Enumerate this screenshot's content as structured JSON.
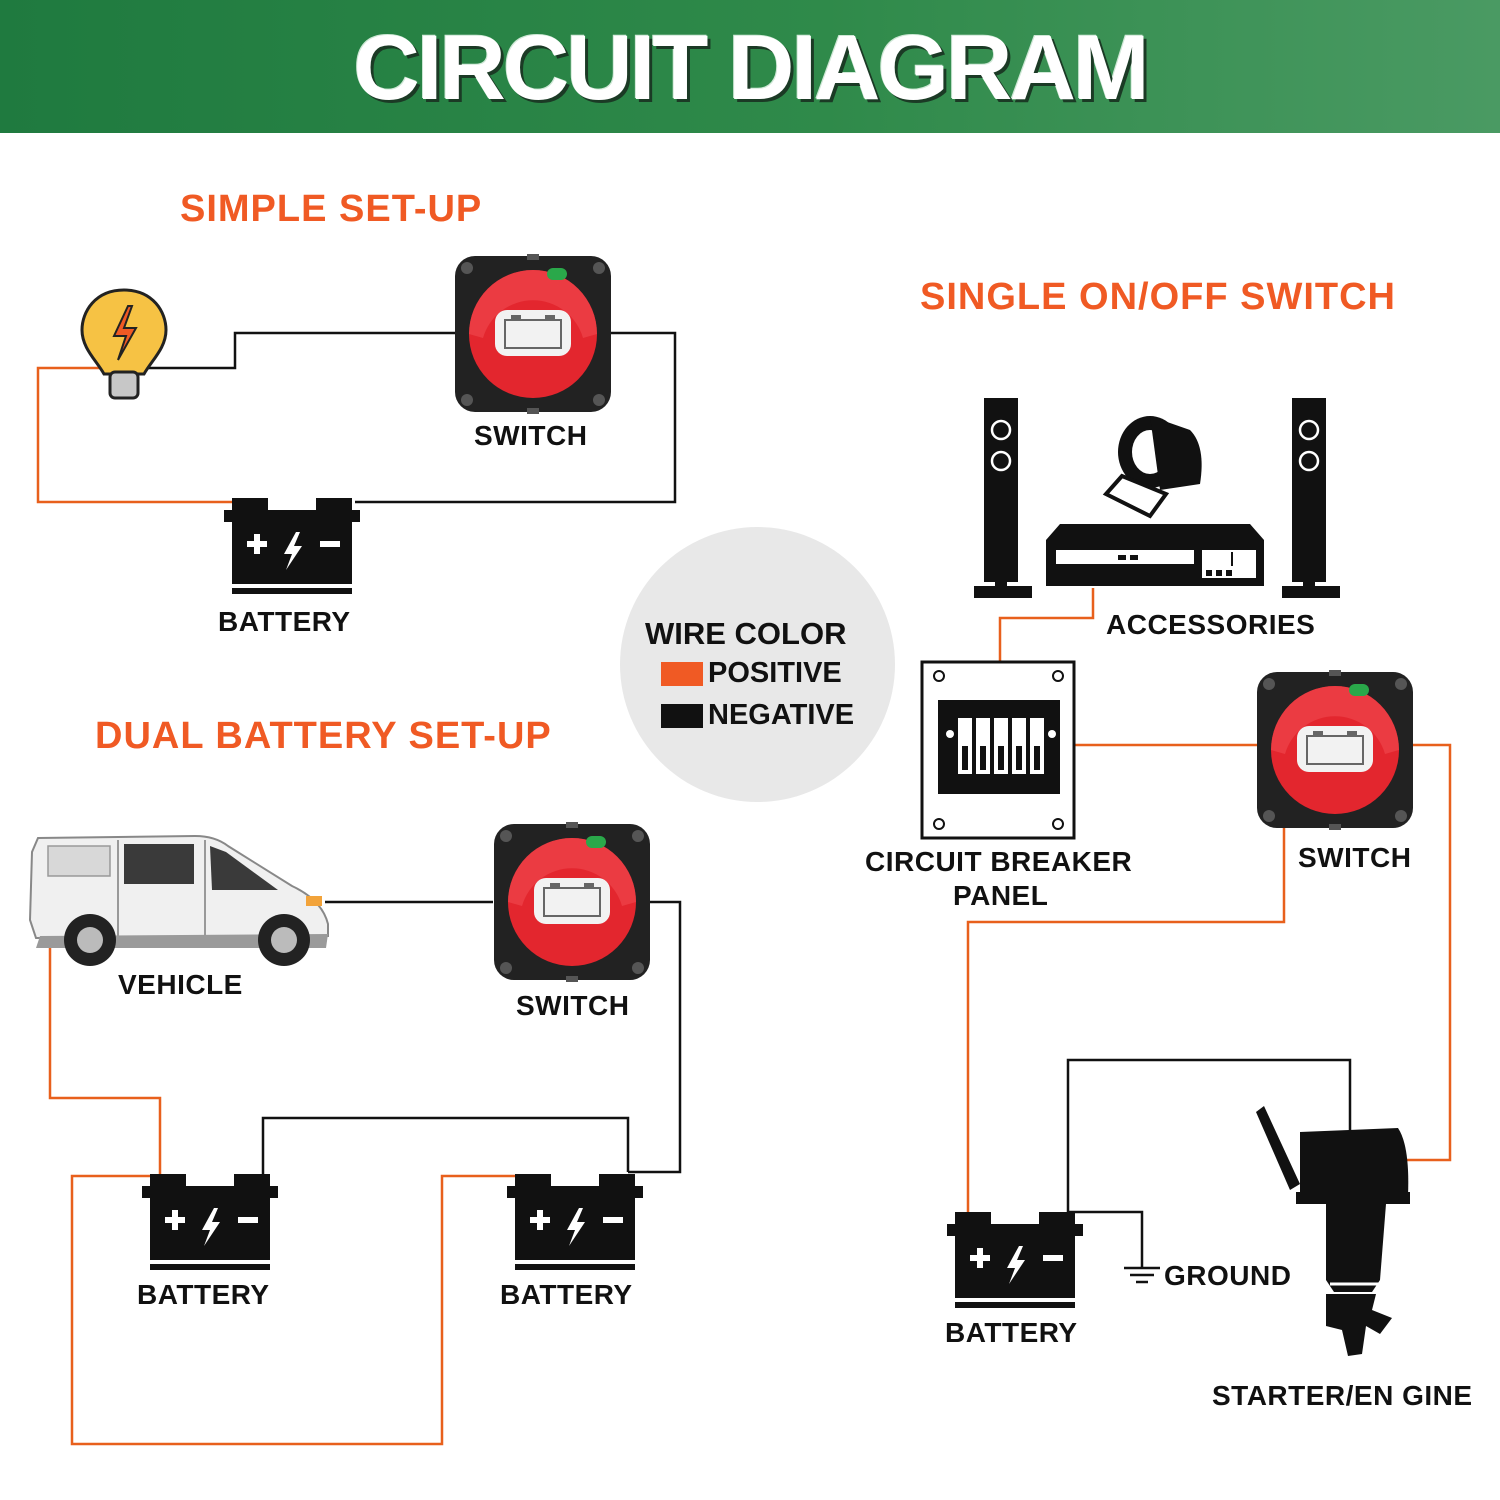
{
  "title": "CIRCUIT DIAGRAM",
  "sections": {
    "simple": "SIMPLE SET-UP",
    "dual": "DUAL BATTERY SET-UP",
    "single": "SINGLE ON/OFF SWITCH"
  },
  "labels": {
    "simple_switch": "SWITCH",
    "simple_battery": "BATTERY",
    "vehicle": "VEHICLE",
    "dual_switch": "SWITCH",
    "dual_battery_1": "BATTERY",
    "dual_battery_2": "BATTERY",
    "accessories": "ACCESSORIES",
    "breaker_line1": "CIRCUIT BREAKER",
    "breaker_line2": "PANEL",
    "single_switch": "SWITCH",
    "ground": "GROUND",
    "single_battery": "BATTERY",
    "starter": "STARTER/EN GINE"
  },
  "legend": {
    "title": "WIRE COLOR",
    "positive": "POSITIVE",
    "negative": "NEGATIVE"
  },
  "colors": {
    "positive": "#e8601c",
    "negative": "#111111",
    "heading": "#f05a24",
    "banner": "#2f8a4a",
    "switch_knob": "#e3262e"
  },
  "icons": [
    "light-bulb-icon",
    "battery-icon",
    "battery-switch-icon",
    "van-icon",
    "speaker-icon",
    "receiver-icon",
    "circuit-breaker-icon",
    "outboard-motor-icon",
    "ground-icon"
  ]
}
